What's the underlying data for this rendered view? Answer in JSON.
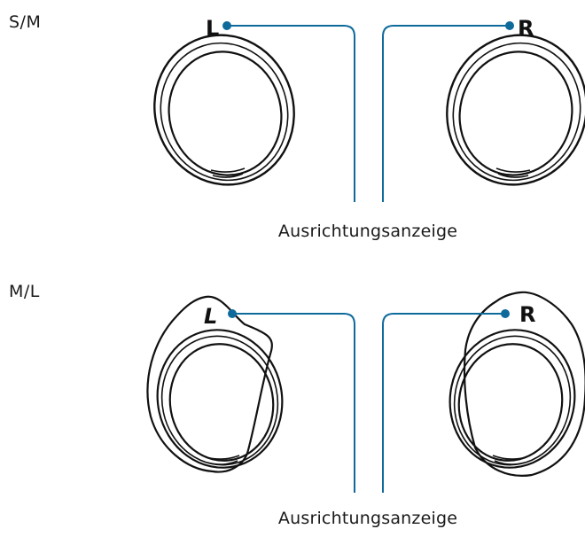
{
  "sections": [
    {
      "size_label": "S/M",
      "caption": "Ausrichtungsanzeige",
      "left_letter": "L",
      "right_letter": "R"
    },
    {
      "size_label": "M/L",
      "caption": "Ausrichtungsanzeige",
      "left_letter": "L",
      "right_letter": "R"
    }
  ],
  "colors": {
    "indicator": "#0f6a9c",
    "outline": "#111111"
  }
}
